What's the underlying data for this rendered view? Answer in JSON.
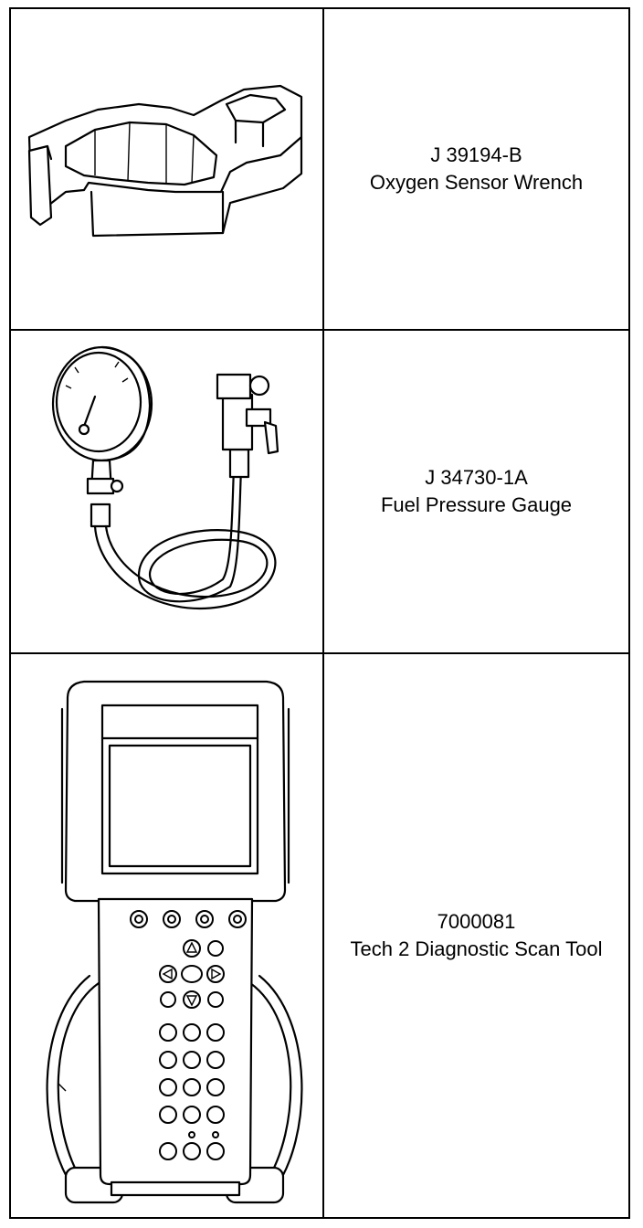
{
  "tools": [
    {
      "part_number": "J 39194-B",
      "name": "Oxygen Sensor Wrench",
      "icon": "oxygen-sensor-wrench"
    },
    {
      "part_number": "J 34730-1A",
      "name": "Fuel Pressure Gauge",
      "icon": "fuel-pressure-gauge"
    },
    {
      "part_number": "7000081",
      "name": "Tech 2 Diagnostic Scan Tool",
      "icon": "tech2-scan-tool"
    }
  ]
}
